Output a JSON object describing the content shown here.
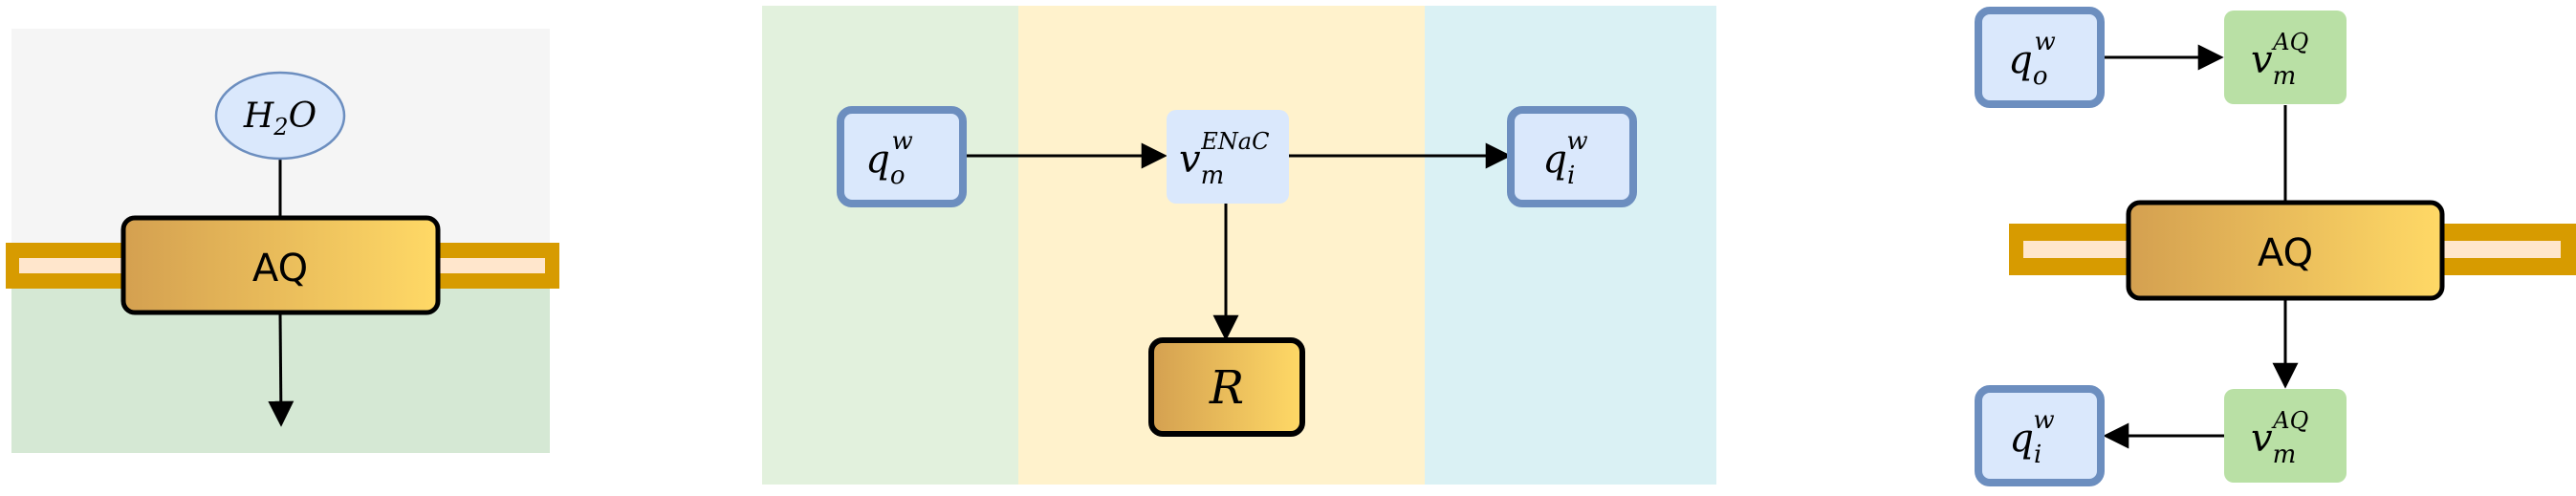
{
  "panel1": {
    "water_label": "H",
    "water_sub": "2",
    "water_tail": "O",
    "channel_label": "AQ"
  },
  "panel2": {
    "source_main": "q",
    "source_sub": "o",
    "source_sup": "w",
    "flux_main": "v",
    "flux_sub": "m",
    "flux_sup": "ENaC",
    "target_main": "q",
    "target_sub": "i",
    "target_sup": "w",
    "regulator_label": "R"
  },
  "panel3": {
    "source_main": "q",
    "source_sub": "o",
    "source_sup": "w",
    "flux_top_main": "v",
    "flux_top_sub": "m",
    "flux_top_sup": "AQ",
    "channel_label": "AQ",
    "flux_bottom_main": "v",
    "flux_bottom_sub": "m",
    "flux_bottom_sup": "AQ",
    "target_main": "q",
    "target_sub": "i",
    "target_sup": "w"
  },
  "colors": {
    "outside_grey": "#f5f5f5",
    "inside_green": "#d5e8d4",
    "light_green": "#e2f1dd",
    "light_yellow": "#fff2cc",
    "light_cyan": "#daf1f4",
    "state_fill": "#dae8fc",
    "state_border": "#6c8ebf",
    "flux_blue": "#dae8fc",
    "flux_green": "#b9e0a5",
    "membrane_orange": "#d79b00",
    "membrane_inner": "#ffe6cc",
    "gradient_start": "#d4a050",
    "gradient_end": "#ffd966"
  }
}
